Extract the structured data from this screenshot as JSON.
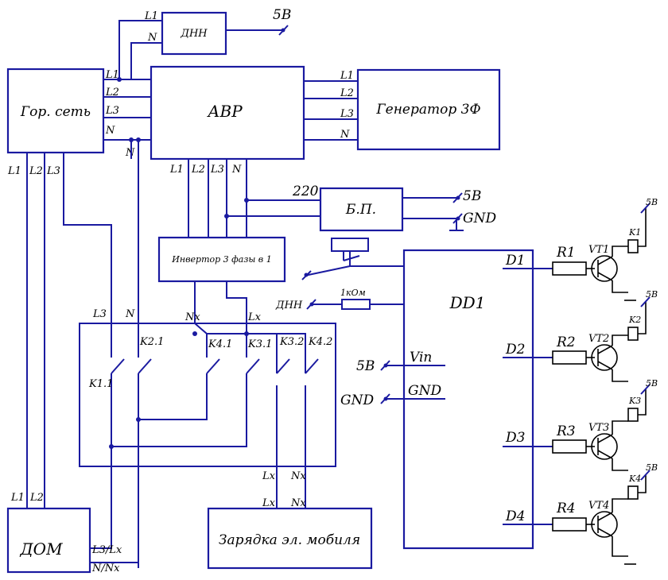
{
  "boxes": {
    "dnn": "ДНН",
    "grid": "Гор. сеть",
    "avr": "АВР",
    "generator": "Генератор 3Ф",
    "psu": "Б.П.",
    "inverter": "Инвертор 3 фазы в 1",
    "dd1": "DD1",
    "house": "ДОМ",
    "charger": "Зарядка эл. мобиля"
  },
  "labels": {
    "L1": "L1",
    "L2": "L2",
    "L3": "L3",
    "N": "N",
    "v5": "5В",
    "gnd": "GND",
    "v220": "220",
    "dnn_in": "ДНН",
    "res_1k": "1кОм",
    "vin": "Vin",
    "gnd_in": "GND",
    "Nx": "Nx",
    "Lx": "Lx",
    "L3Lx": "L3/Lx",
    "NNx": "N/Nx",
    "K1_1": "K1.1",
    "K2_1": "K2.1",
    "K4_1": "K4.1",
    "K3_1": "K3.1",
    "K3_2": "K3.2",
    "K4_2": "K4.2",
    "D1": "D1",
    "D2": "D2",
    "D3": "D3",
    "D4": "D4",
    "R1": "R1",
    "R2": "R2",
    "R3": "R3",
    "R4": "R4",
    "VT1": "VT1",
    "VT2": "VT2",
    "VT3": "VT3",
    "VT4": "VT4",
    "K1": "K1",
    "K2": "K2",
    "K3": "K3",
    "K4": "K4"
  },
  "colors": {
    "wire": "#1a1aa0",
    "text": "#000000",
    "background": "#ffffff"
  }
}
